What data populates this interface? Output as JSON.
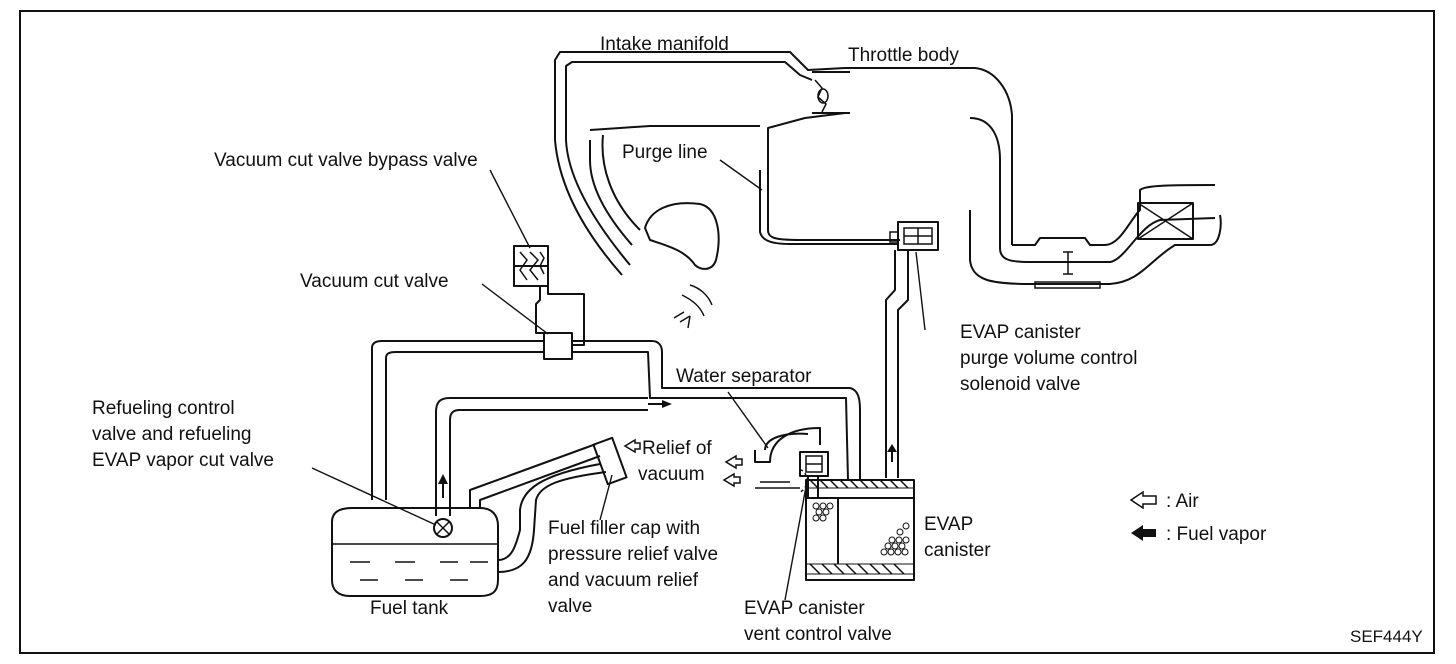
{
  "labels": {
    "intake_manifold": "Intake manifold",
    "throttle_body": "Throttle body",
    "purge_line": "Purge line",
    "vacuum_cut_valve_bypass_valve": "Vacuum cut valve bypass valve",
    "vacuum_cut_valve": "Vacuum cut valve",
    "water_separator": "Water separator",
    "refueling_control": [
      "Refueling control",
      "valve and refueling",
      "EVAP vapor cut valve"
    ],
    "relief_of_vacuum": [
      "Relief of",
      "vacuum"
    ],
    "fuel_filler_cap": [
      "Fuel filler cap with",
      "pressure relief valve",
      "and vacuum relief",
      "valve"
    ],
    "purge_volume_control": [
      "EVAP canister",
      "purge volume control",
      "solenoid valve"
    ],
    "evap_canister": [
      "EVAP",
      "canister"
    ],
    "vent_control_valve": [
      "EVAP canister",
      "vent control valve"
    ],
    "fuel_tank": "Fuel tank",
    "figure_code": "SEF444Y"
  },
  "legend": {
    "air": ": Air",
    "fuel_vapor": ": Fuel vapor"
  }
}
